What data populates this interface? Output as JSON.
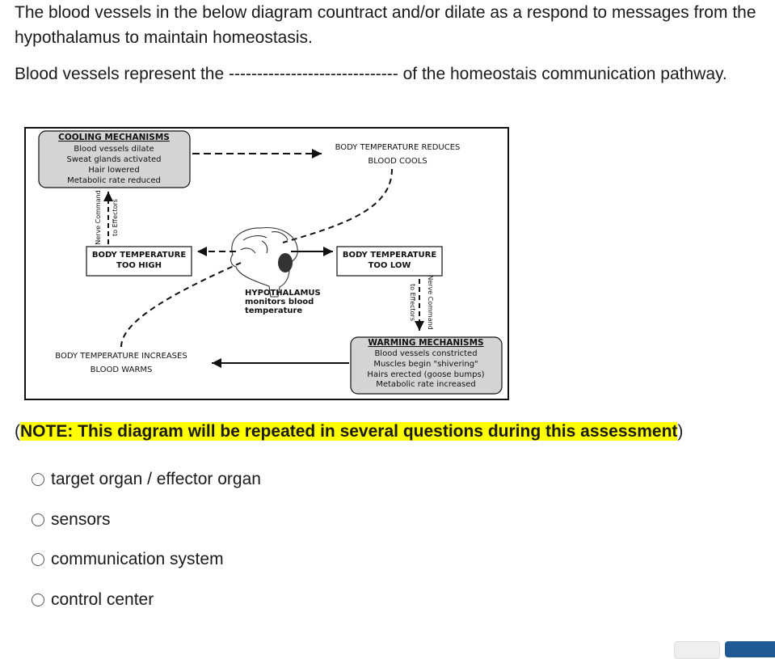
{
  "question": {
    "intro": "The blood vessels in the below diagram countract and/or dilate as a respond to messages from the hypothalamus to maintain homeostasis.",
    "prompt_before": "Blood vessels represent the ",
    "blank": "------------------------------",
    "prompt_after": " of the homeostais communication pathway."
  },
  "diagram": {
    "cooling": {
      "title": "COOLING MECHANISMS",
      "lines": [
        "Blood vessels dilate",
        "Sweat glands activated",
        "Hair lowered",
        "Metabolic rate reduced"
      ]
    },
    "reduces": [
      "BODY TEMPERATURE REDUCES",
      "BLOOD COOLS"
    ],
    "too_high": [
      "BODY TEMPERATURE",
      "TOO HIGH"
    ],
    "too_low": [
      "BODY TEMPERATURE",
      "TOO LOW"
    ],
    "hypothalamus": [
      "HYPOTHALAMUS",
      "monitors blood",
      "temperature"
    ],
    "nerve_left": [
      "Nerve Command",
      "to Effectors"
    ],
    "nerve_right": [
      "Nerve Command",
      "to Effectors"
    ],
    "increases": [
      "BODY TEMPERATURE INCREASES",
      "BLOOD WARMS"
    ],
    "warming": {
      "title": "WARMING MECHANISMS",
      "lines": [
        "Blood vessels constricted",
        "Muscles begin \"shivering\"",
        "Hairs erected (goose bumps)",
        "Metabolic rate increased"
      ]
    }
  },
  "note": {
    "open": "(",
    "text": "NOTE: This diagram will be repeated in several questions during this assessment",
    "close": ")"
  },
  "options": [
    {
      "label": "target organ / effector organ"
    },
    {
      "label": "sensors"
    },
    {
      "label": "communication system"
    },
    {
      "label": "control center"
    }
  ],
  "colors": {
    "highlight": "#ffff00",
    "next_button": "#1f5a96"
  }
}
